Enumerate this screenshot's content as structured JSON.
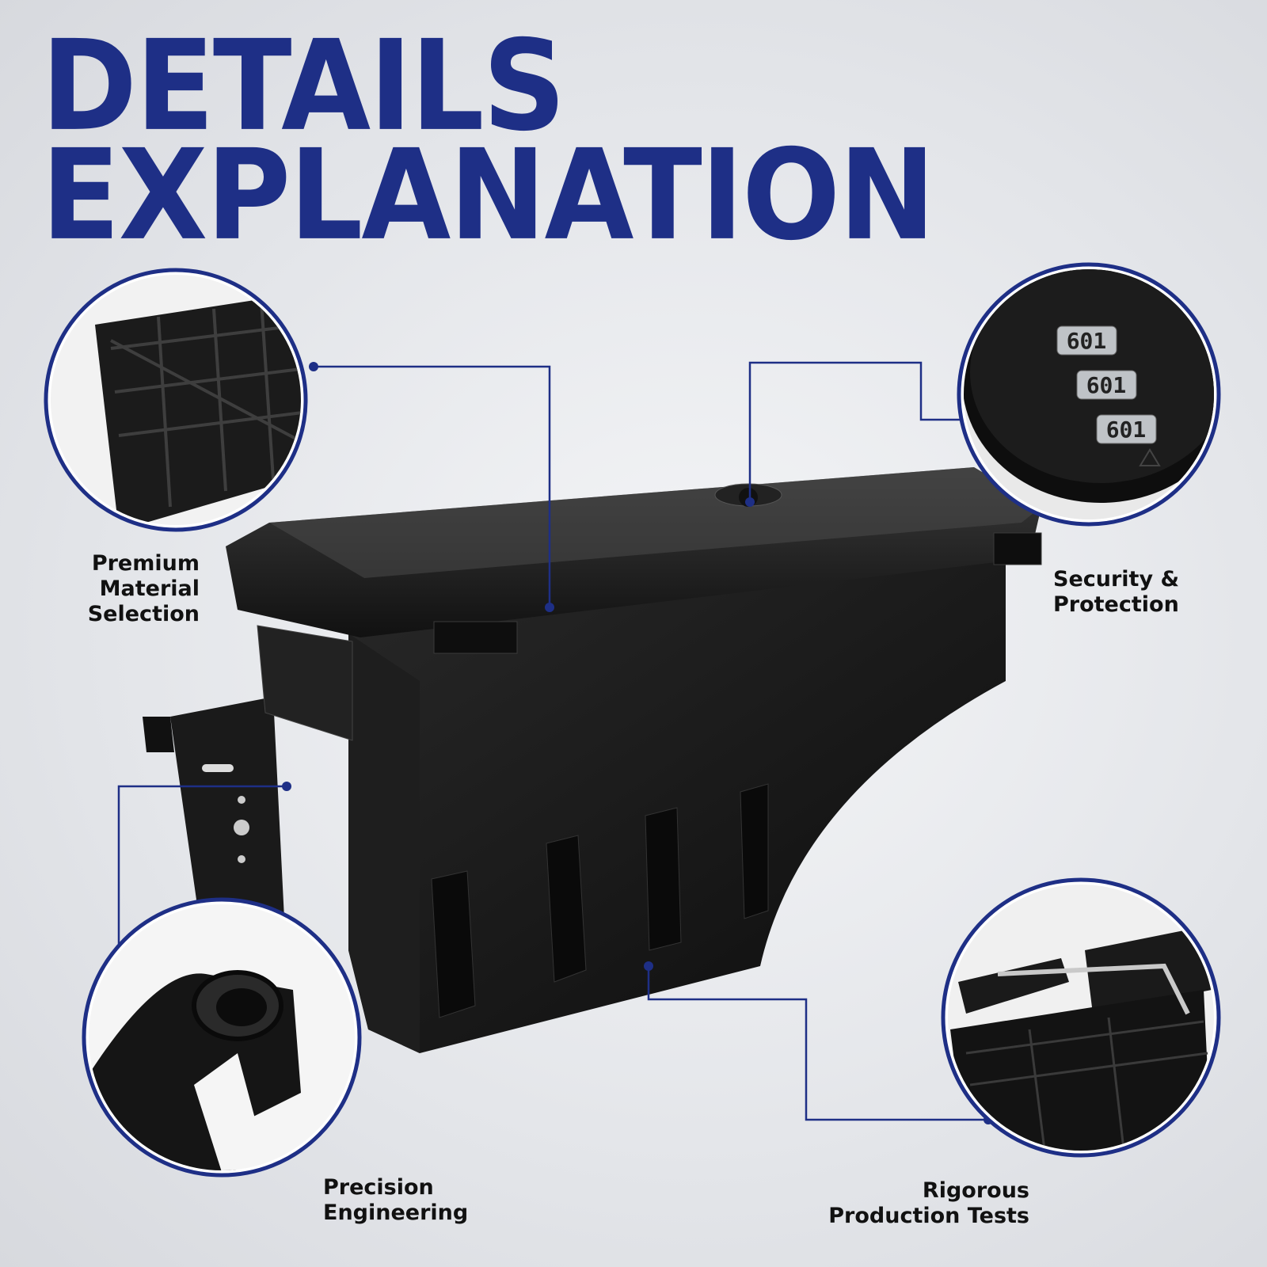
{
  "heading": {
    "line1": "DETAILS",
    "line2": "EXPLANATION"
  },
  "features": {
    "premium": "Premium\nMaterial\nSelection",
    "security": "Security &\nProtection",
    "precision": "Precision\nEngineering",
    "rigorous": "Rigorous\nProduction Tests"
  },
  "lock_digits": [
    "601",
    "601",
    "601"
  ],
  "colors": {
    "title": "#1e2f86",
    "accent_ring": "#1e2f86",
    "product": "#151515"
  }
}
